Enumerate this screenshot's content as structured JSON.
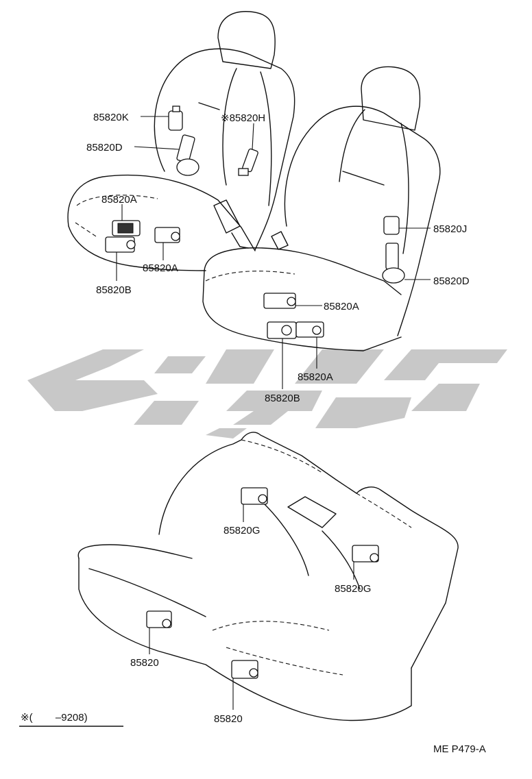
{
  "labels": {
    "k": "85820K",
    "h": "※85820H",
    "d_left": "85820D",
    "a_left_top": "85820A",
    "a_left_bottom": "85820A",
    "b_left": "85820B",
    "j": "85820J",
    "d_right": "85820D",
    "a_right_top": "85820A",
    "a_right_bottom": "85820A",
    "b_right": "85820B",
    "g_upper": "85820G",
    "g_right": "85820G",
    "plain_left": "85820",
    "plain_bottom": "85820"
  },
  "footnote": "※(        –9208)",
  "diagram_code": "ME P479-A",
  "colors": {
    "line": "#111111",
    "watermark": "#c8c8c8"
  }
}
